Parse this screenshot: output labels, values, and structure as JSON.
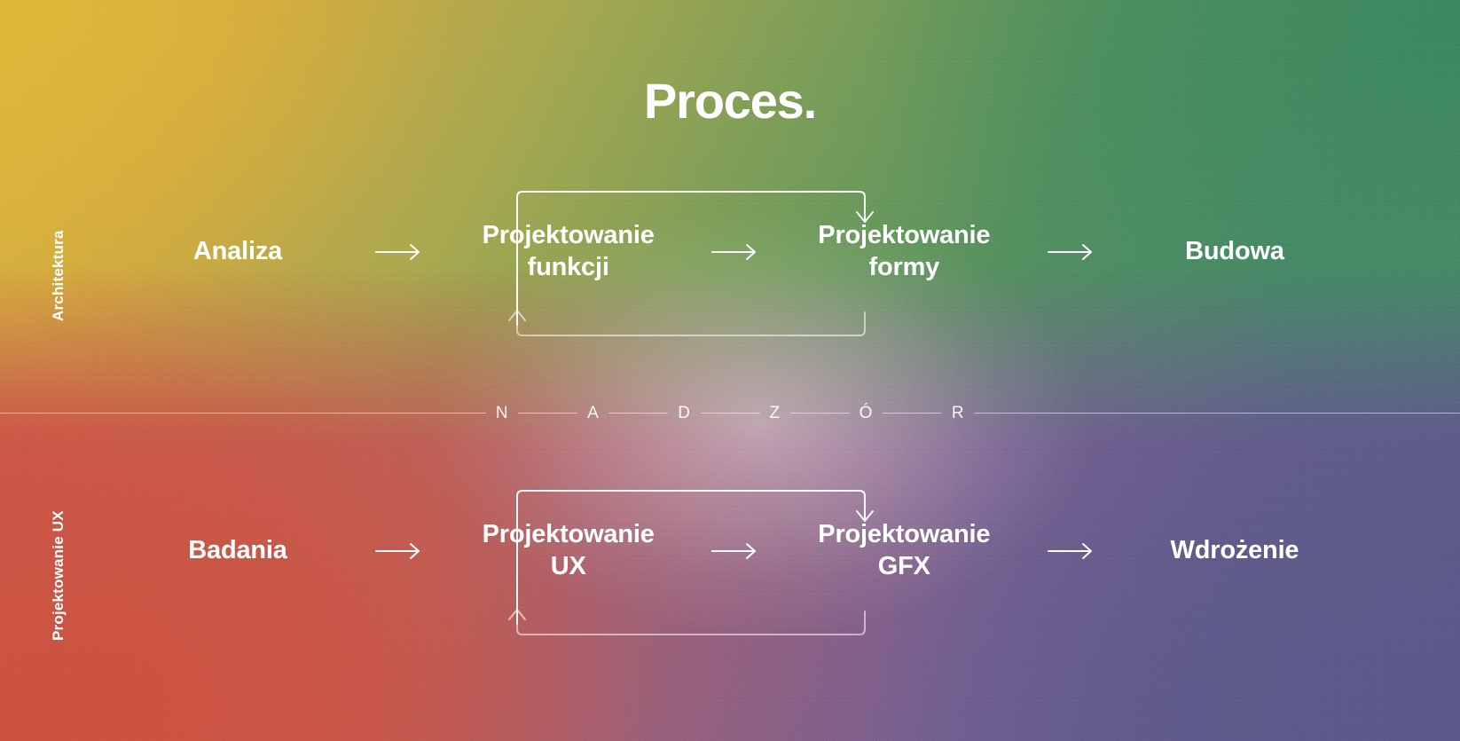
{
  "page": {
    "title": "Proces."
  },
  "side_labels": {
    "top": "Architektura",
    "bottom": "Projektowanie UX"
  },
  "divider": {
    "letters": [
      "N",
      "A",
      "D",
      "Z",
      "Ó",
      "R"
    ],
    "word": "NADZÓR",
    "line_color": "#ffffff"
  },
  "rows": {
    "architecture": {
      "label": "Architektura",
      "nodes": [
        {
          "label": "Analiza"
        },
        {
          "label": "Projektowanie\nfunkcji"
        },
        {
          "label": "Projektowanie\nformy"
        },
        {
          "label": "Budowa"
        }
      ],
      "arrows": [
        "→",
        "→",
        "→"
      ],
      "loop": {
        "forward_icon": "loop-arrow-down",
        "back_icon": "loop-arrow-up"
      }
    },
    "ux": {
      "label": "Projektowanie UX",
      "nodes": [
        {
          "label": "Badania"
        },
        {
          "label": "Projektowanie\nUX"
        },
        {
          "label": "Projektowanie\nGFX"
        },
        {
          "label": "Wdrożenie"
        }
      ],
      "arrows": [
        "→",
        "→",
        "→"
      ],
      "loop": {
        "forward_icon": "loop-arrow-down",
        "back_icon": "loop-arrow-up"
      }
    }
  },
  "colors": {
    "text": "#ffffff",
    "gradient_top_left": "#d9b43e",
    "gradient_top_right": "#4b8a6a",
    "gradient_bottom_left": "#c9584a",
    "gradient_bottom_right": "#5d5b87",
    "center_glow": "#ffffff"
  }
}
